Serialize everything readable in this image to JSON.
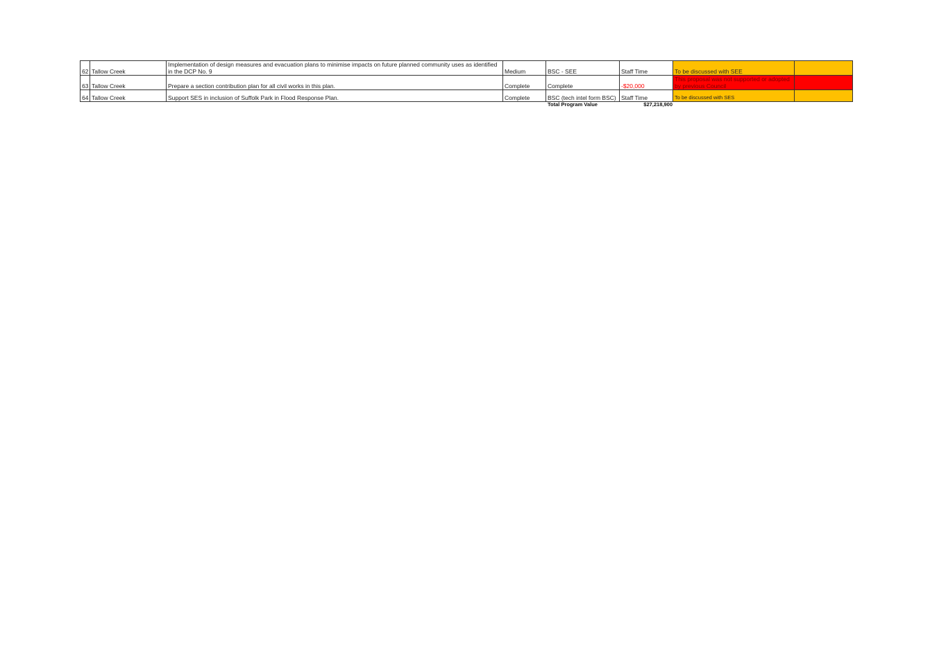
{
  "rows": [
    {
      "num": "62",
      "location": "Tallow Creek",
      "action": "Implementation of design measures and evacuation plans to minimise impacts on future planned community uses as identified in the DCP No. 9",
      "priority": "Medium",
      "responsibility": "BSC - SEE",
      "cost": "Staff Time",
      "status": "To be discussed with SEE",
      "status_color": "#ffc000",
      "extra_color": "#ffc000"
    },
    {
      "num": "63",
      "location": "Tallow Creek",
      "action": "Prepare a section contribution plan for all civil works in this plan.",
      "priority": "Complete",
      "responsibility": "Complete",
      "cost": "-$20,000",
      "status": "This proposal was not supported or adopted by previous Council",
      "status_color": "#ff0000",
      "extra_color": "#ff0000"
    },
    {
      "num": "64",
      "location": "Tallow Creek",
      "action": "Support SES in inclusion of Suffolk Park in Flood Response Plan.",
      "priority": "Complete",
      "responsibility": "BSC (tech intel form BSC)",
      "cost": "Staff Time",
      "status": "To be discussed with SES",
      "status_color": "#ffc000",
      "extra_color": "#ffc000"
    }
  ],
  "total": {
    "label": "Total Program Value",
    "value": "$27,218,900"
  }
}
